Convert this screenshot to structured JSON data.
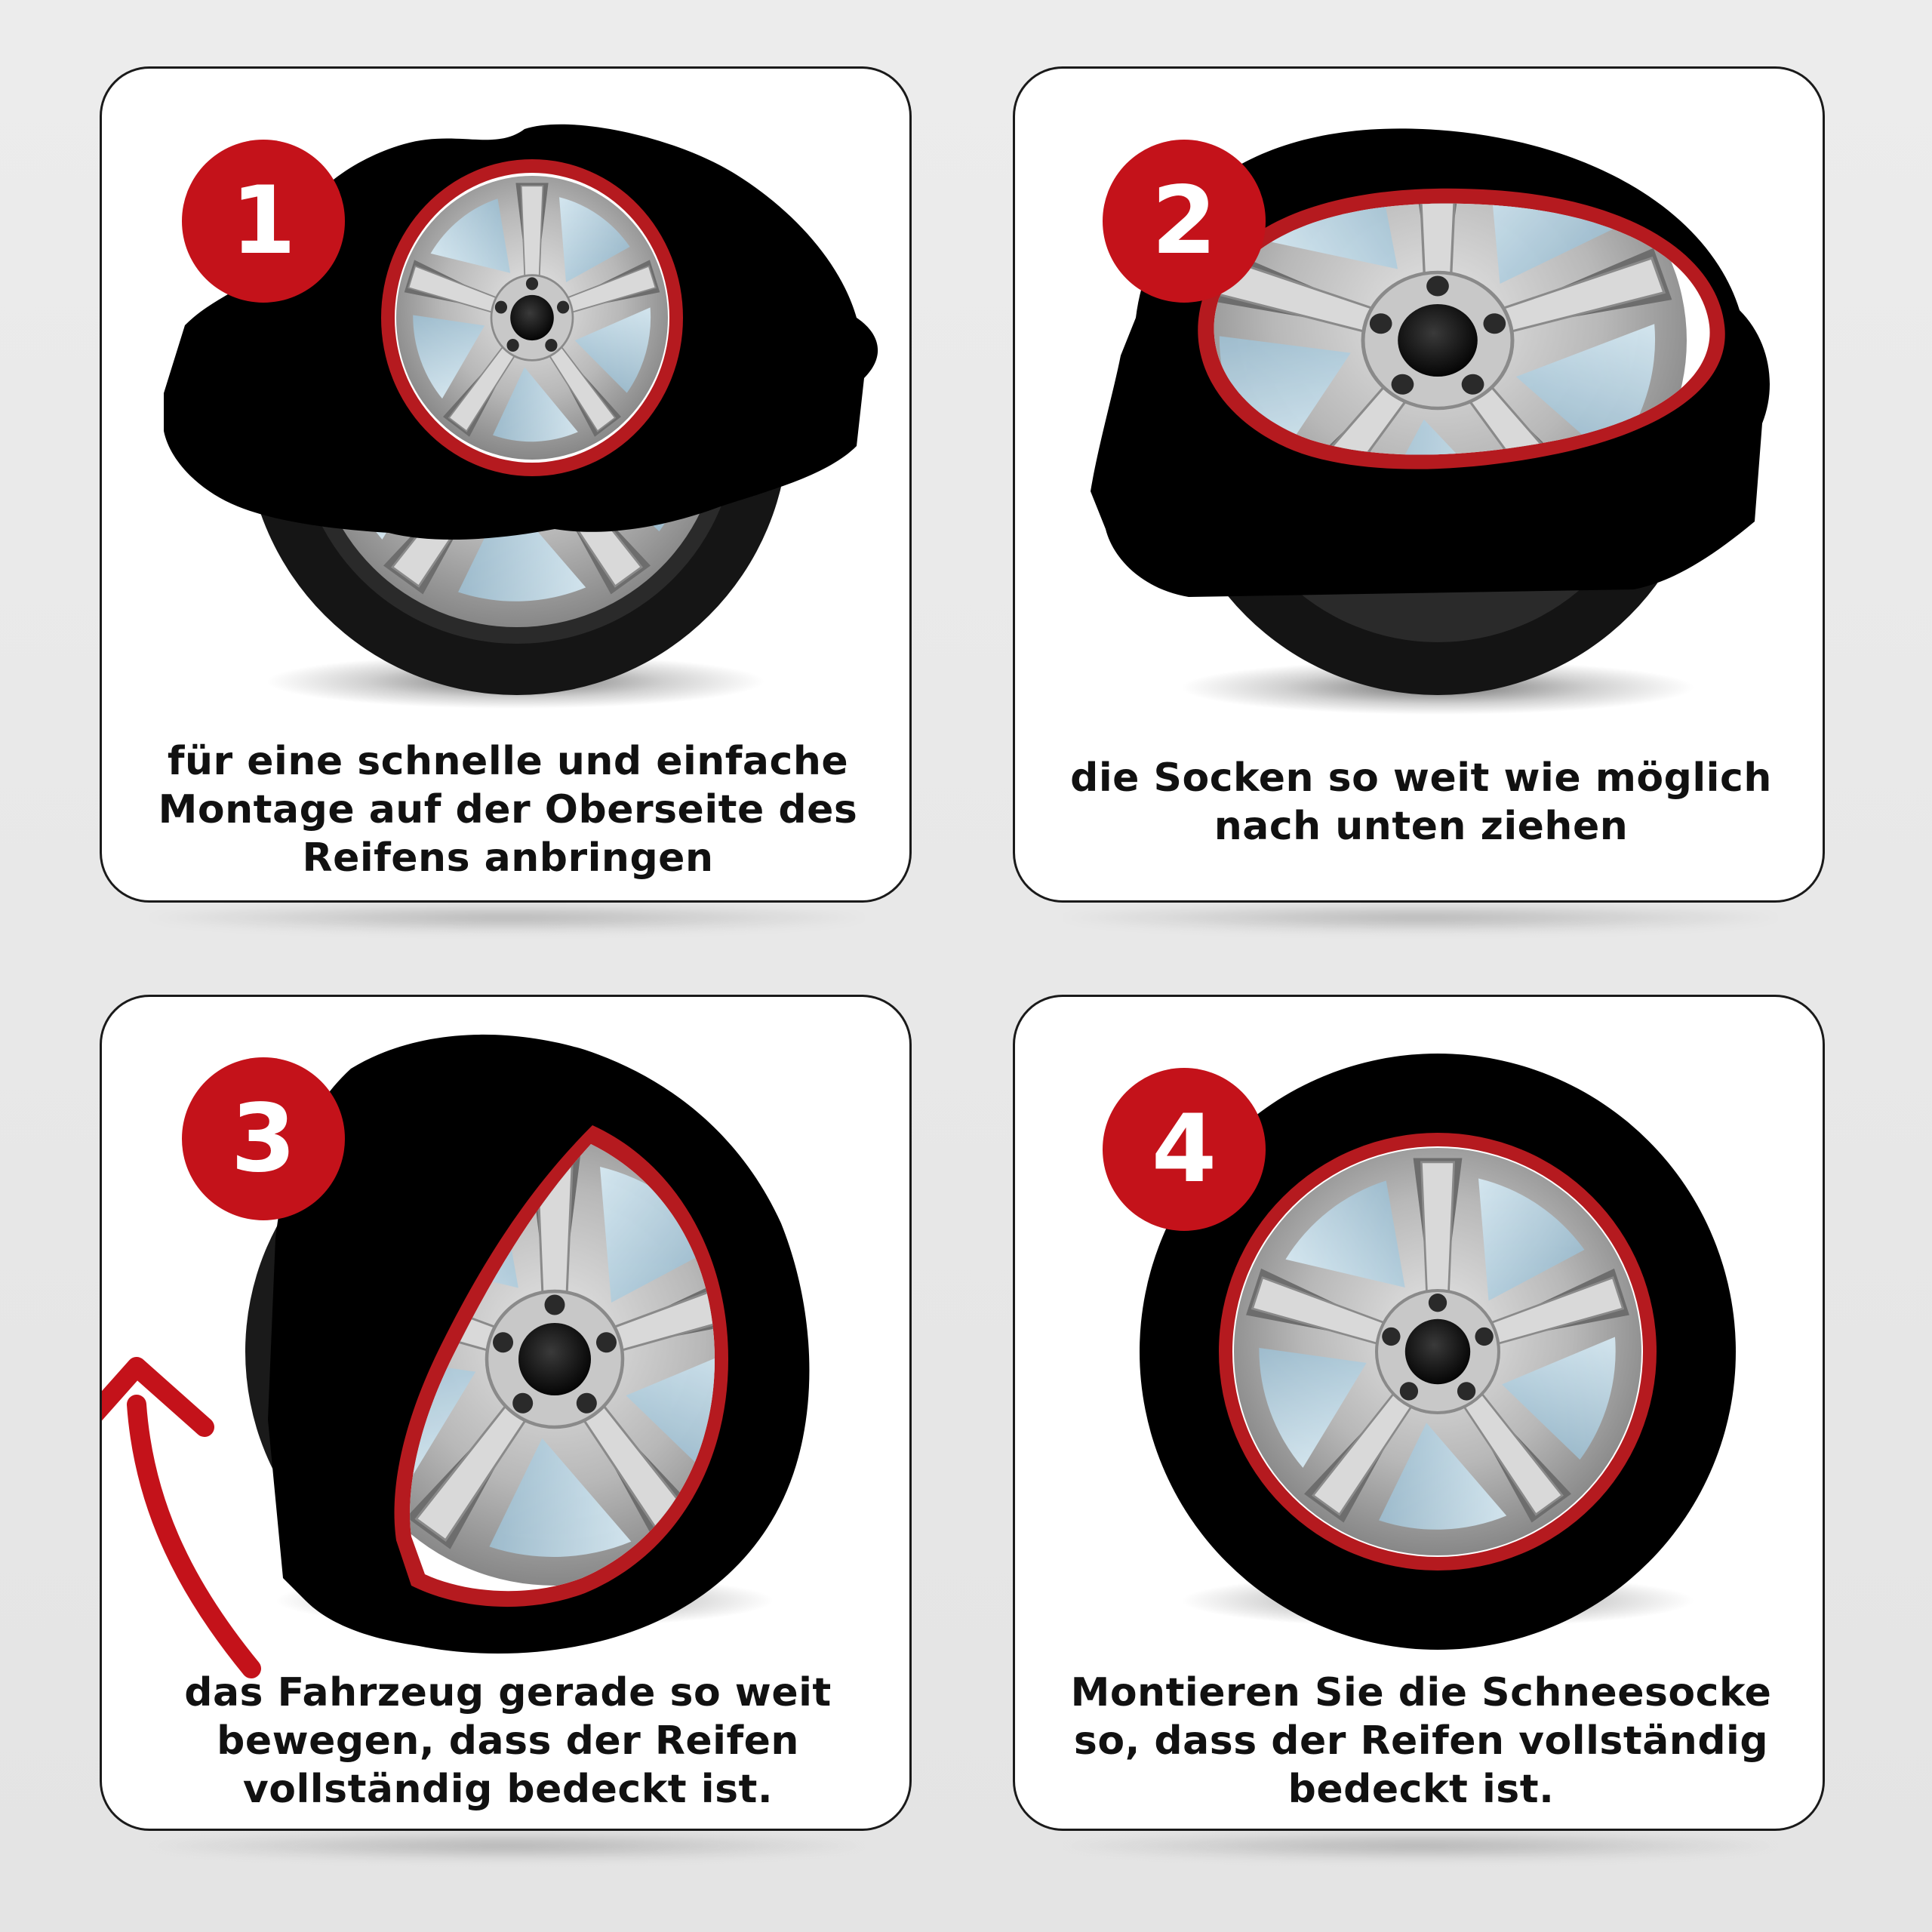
{
  "background_color": "#e8e8e8",
  "accent_color": "#c4121a",
  "steps": [
    {
      "number": "1",
      "caption": "für eine schnelle und einfache\nMontage auf der Oberseite des\nReifens anbringen",
      "image": "wheel-with-sock-on-top-icon"
    },
    {
      "number": "2",
      "caption": "die Socken so weit wie möglich\nnach unten ziehen",
      "image": "wheel-with-sock-pulled-down-icon"
    },
    {
      "number": "3",
      "caption": "das Fahrzeug gerade so weit\nbewegen, dass der Reifen\nvollständig bedeckt ist.",
      "image": "wheel-rolling-with-arrow-icon"
    },
    {
      "number": "4",
      "caption": "Montieren Sie die Schneesocke\nso, dass der Reifen vollständig\nbedeckt ist.",
      "image": "wheel-fully-covered-icon"
    }
  ]
}
